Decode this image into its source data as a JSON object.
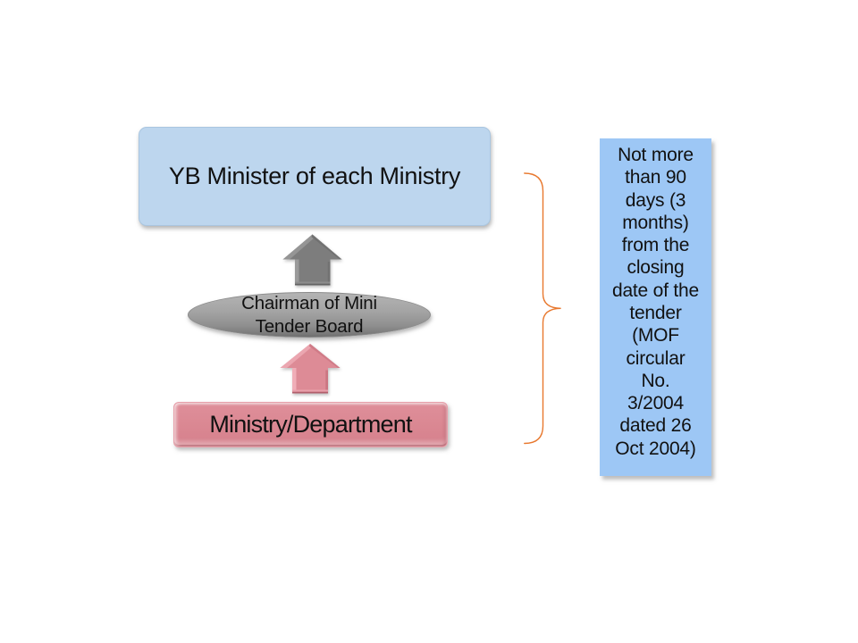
{
  "slide": {
    "background_color": "#ffffff",
    "minister_box": {
      "label": "YB Minister of each Ministry",
      "fill_color": "#bdd6ee",
      "text_color": "#111111"
    },
    "chairman_ellipse": {
      "lines": [
        "Chairman of Mini",
        "Tender Board"
      ],
      "fill_color": "#a6a6a6",
      "text_color": "#111111"
    },
    "ministry_box": {
      "label": "Ministry/Department",
      "fill_color": "#da8792",
      "text_color": "#111111"
    },
    "note_box": {
      "lines": [
        "Not more",
        "than 90",
        "days (3",
        "months)",
        "from the",
        "closing",
        "date of the",
        "tender",
        "(MOF",
        "circular",
        "No.",
        "3/2004",
        "dated 26",
        "Oct 2004)"
      ],
      "fill_color": "#9dc7f5",
      "text_color": "#111111"
    },
    "gray_arrow": {
      "direction": "up",
      "fill_color": "#7d7d7d"
    },
    "pink_arrow": {
      "direction": "up",
      "fill_color": "#dd8b96"
    },
    "brace": {
      "shape": "right-curly-brace",
      "stroke_color": "#e8782e"
    }
  }
}
